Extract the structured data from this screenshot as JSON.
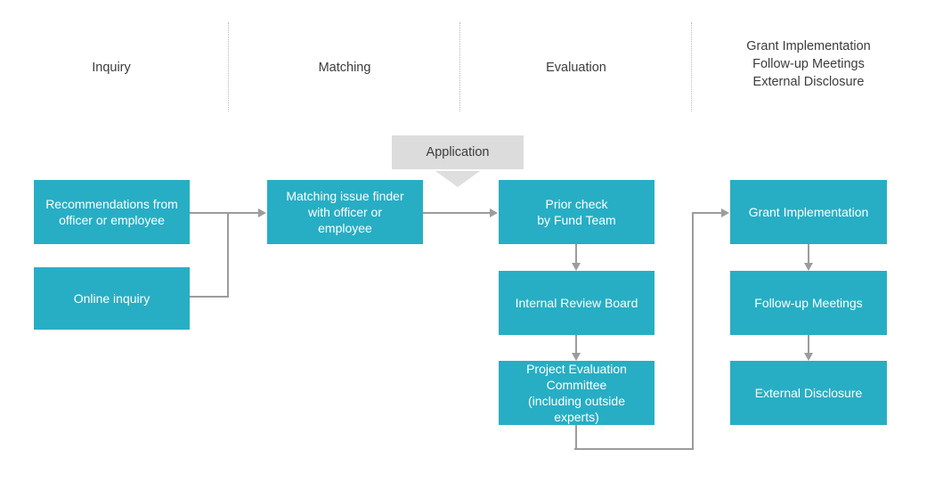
{
  "diagram": {
    "title": "Grant process flow",
    "colors": {
      "node_teal": "#27aec4",
      "tag_gray": "#dcdcdc",
      "triangle_gray": "#dedede",
      "connector_gray": "#9c9c9c",
      "divider_gray": "#b8b8b8",
      "text_dark": "#3c3c3c",
      "text_light": "#ffffff",
      "background": "#ffffff"
    }
  },
  "header": {
    "phases": [
      {
        "label": "Inquiry"
      },
      {
        "label": "Matching"
      },
      {
        "label": "Evaluation"
      },
      {
        "label": "Grant Implementation\nFollow-up Meetings\nExternal Disclosure"
      }
    ]
  },
  "nodes": {
    "recommendations": "Recommendations from\nofficer or employee",
    "online_inquiry": "Online inquiry",
    "matching": "Matching issue finder\nwith officer or\nemployee",
    "application_tag": "Application",
    "prior_check": "Prior check\nby Fund Team",
    "internal_review": "Internal Review Board",
    "project_evaluation": "Project Evaluation\nCommittee\n(including outside\nexperts)",
    "grant_implementation": "Grant Implementation",
    "followup_meetings": "Follow-up Meetings",
    "external_disclosure": "External Disclosure"
  }
}
